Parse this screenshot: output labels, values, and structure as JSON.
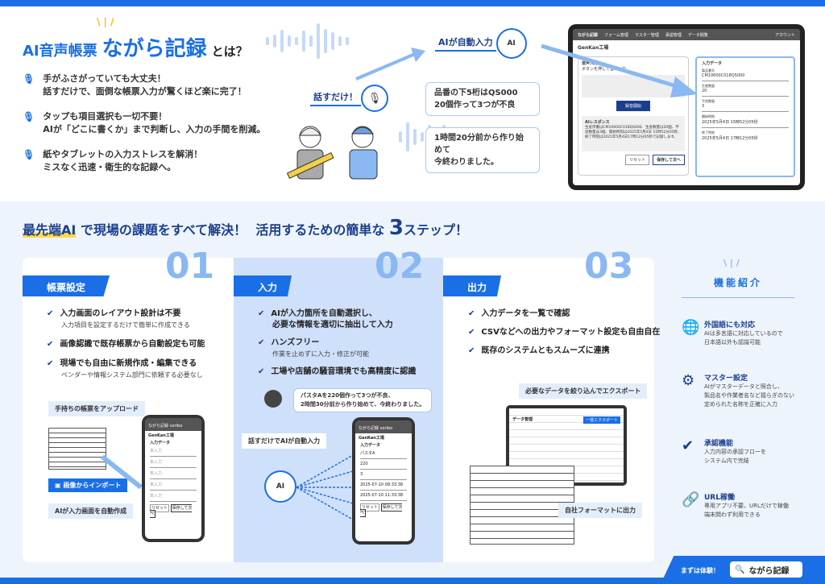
{
  "colors": {
    "brand": "#1a6fe6",
    "navy": "#1a3f8f",
    "light_bg": "#eef4fc",
    "step_number": "#8ab8f2"
  },
  "hero": {
    "title_prefix": "AI音声帳票",
    "title_product": "ながら記録",
    "title_suffix": "とは？",
    "bullets": [
      {
        "icon": "mic-icon",
        "line1": "手がふさがっていても大丈夫！",
        "line2": "話すだけで、面倒な帳票入力が驚くほど楽に完了！"
      },
      {
        "icon": "mic-icon",
        "line1": "タップも項目選択も一切不要！",
        "line2": "AIが「どこに書くか」まで判断し、入力の手間を削減。"
      },
      {
        "icon": "mic-icon",
        "line1": "紙やタブレットの入力ストレスを解消！",
        "line2": "ミスなく迅速・衛生的な記録へ。"
      }
    ],
    "speak_label": "話すだけ！",
    "ai_label": "AIが自動入力",
    "bubble1": [
      "品番の下5桁はQS000",
      "20個作って3つが不良"
    ],
    "bubble2": [
      "1時間20分前から作り始めて",
      "今終わりました。"
    ]
  },
  "tablet": {
    "brand": "ながら記録",
    "nav": [
      "フォーム管理",
      "マスター管理",
      "承認管理",
      "データ閲覧"
    ],
    "account": "アカウント",
    "factory": "GenKan工場",
    "voice_label": "音声入力",
    "voice_hint": "ボタンを押して音声入力",
    "record_button": "録音開始",
    "ai_response_title": "AIレスポンス",
    "ai_response": "生産序番はCM10600C018QS000、生産数量は20個、不良数量は3個、開始時刻は2025年5月4日 15時52分05秒、終了時刻は2025年5月4日17時12分05秒で記録します。",
    "reset": "リセット",
    "save_next": "保存して次へ",
    "input_title": "入力データ",
    "fields": [
      {
        "label": "製品番号",
        "value": "CM10600C018QS000"
      },
      {
        "label": "生産数量",
        "value": "20"
      },
      {
        "label": "不良数量",
        "value": "3"
      },
      {
        "label": "開始時刻",
        "value": "2025年5月4日 15時52分05秒"
      },
      {
        "label": "終了時刻",
        "value": "2025年5月4日 17時12分05秒"
      }
    ]
  },
  "steps_heading": {
    "highlight": "最先端AI",
    "part1": "で現場の課題をすべて解決！",
    "part2": "活用するための簡単な",
    "big": "3",
    "part3": "ステップ！"
  },
  "steps": [
    {
      "number": "01",
      "title": "帳票設定",
      "items": [
        {
          "main": "入力画面のレイアウト設計は不要",
          "sub": "入力項目を設定するだけで簡単に作成できる"
        },
        {
          "main": "画像認識で既存帳票から自動設定も可能",
          "sub": ""
        },
        {
          "main": "現場でも自由に新規作成・編集できる",
          "sub": "ベンダーや情報システム部門に依頼する必要なし"
        }
      ],
      "note_upload": "手持ちの帳票をアップロード",
      "import_button": "画像からインポート",
      "note_auto": "AIが入力画面を自動作成"
    },
    {
      "number": "02",
      "title": "入力",
      "items": [
        {
          "main": "AIが入力箇所を自動選択し、",
          "main2": "必要な情報を適切に抽出して入力",
          "sub": ""
        },
        {
          "main": "ハンズフリー",
          "sub": "作業を止めずに入力・修正が可能"
        },
        {
          "main": "工場や店舗の騒音環境でも高精度に認識",
          "sub": ""
        }
      ],
      "speech": [
        "パスタAを220個作って3つが不良、",
        "2時間30分前から作り始めて、今終わりました。"
      ],
      "note_auto": "話すだけでAIが自動入力",
      "phone_values": [
        "パスタA",
        "220",
        "3",
        "2025-07-10 08:33:38",
        "2025-07-10 11:33:38"
      ]
    },
    {
      "number": "03",
      "title": "出力",
      "items": [
        {
          "main": "入力データを一覧で確認",
          "sub": ""
        },
        {
          "main": "CSVなどへの出力やフォーマット設定も自由自在",
          "sub": ""
        },
        {
          "main": "既存のシステムともスムーズに連携",
          "sub": ""
        }
      ],
      "note_export": "必要なデータを絞り込んでエクスポート",
      "screen_title": "データ管理",
      "export_button": "一括エクスポート",
      "note_format": "自社フォーマットに出力"
    }
  ],
  "phone": {
    "brand": "ながら記録 voribo",
    "factory": "GenKan工場",
    "input_title": "入力データ",
    "placeholder": "未入力",
    "reset": "リセット",
    "save": "保存して次へ"
  },
  "features": {
    "title": "機能紹介",
    "items": [
      {
        "icon": "globe-icon",
        "title": "外国語にも対応",
        "desc": [
          "AIは多言語に対応しているので",
          "日本語以外も認識可能"
        ]
      },
      {
        "icon": "gear-icon",
        "title": "マスター設定",
        "desc": [
          "AIがマスターデータと照合し、",
          "製品名や作業者名など揺らぎのない",
          "定められた名称を正確に入力"
        ]
      },
      {
        "icon": "check-circle-icon",
        "title": "承認機能",
        "desc": [
          "入力内容の承認フローを",
          "システム内で完結"
        ]
      },
      {
        "icon": "link-icon",
        "title": "URL稼働",
        "desc": [
          "専用アプリ不要、URLだけで稼働",
          "端末問わず利用できる"
        ]
      }
    ]
  },
  "cta": {
    "label": "まずは体験！",
    "search_text": "ながら記録"
  }
}
